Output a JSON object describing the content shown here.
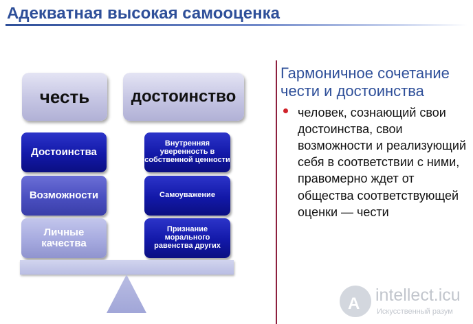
{
  "title": "Адекватная высокая самооценка",
  "left_header": "честь",
  "right_header": "достоинство",
  "left_stack": [
    {
      "label": "Достоинства"
    },
    {
      "label": "Возможности"
    },
    {
      "label": "Личные качества"
    }
  ],
  "right_stack": [
    {
      "label": "Внутренняя уверенность в собственной ценности"
    },
    {
      "label": "Самоуважение"
    },
    {
      "label": "Признание морального равенства других"
    }
  ],
  "right_panel": {
    "heading": "Гармоничное сочетание чести и достоинства",
    "bullet": "человек, сознающий свои достоинства, свои возможности и реализующий себя в соответствии с ними, правомерно ждет от общества соответствующей оценки — чести"
  },
  "watermark": {
    "glyph": "A",
    "text": "intellect.icu",
    "sub": "Искусственный разум"
  },
  "colors": {
    "title": "#2e4f99",
    "divider": "#8d1f3e",
    "bullet": "#d0222a",
    "box_dark": "#1218a8",
    "box_mid": "#4a4fc0",
    "box_light": "#a6aadf"
  }
}
